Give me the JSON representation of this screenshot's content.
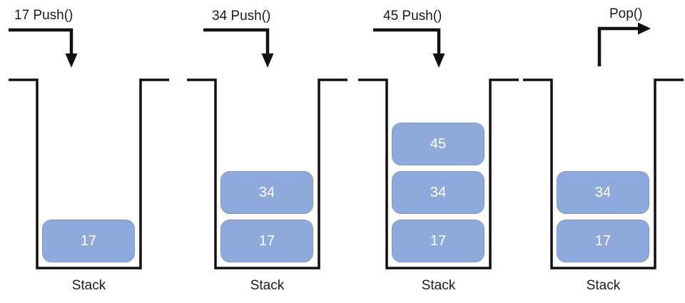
{
  "colors": {
    "block_fill": "#8EA9DB",
    "block_border": "#7B99D0",
    "block_text": "#FFFFFF",
    "line": "#111111",
    "label_text": "#1A1A1A",
    "background": "#FFFFFF"
  },
  "panels": [
    {
      "operation": "17 Push()",
      "arrow": "push-down",
      "caption": "Stack",
      "blocks": [
        "17"
      ]
    },
    {
      "operation": "34 Push()",
      "arrow": "push-down",
      "caption": "Stack",
      "blocks": [
        "17",
        "34"
      ]
    },
    {
      "operation": "45 Push()",
      "arrow": "push-down",
      "caption": "Stack",
      "blocks": [
        "17",
        "34",
        "45"
      ]
    },
    {
      "operation": "Pop()",
      "arrow": "pop-up",
      "caption": "Stack",
      "blocks": [
        "17",
        "34"
      ]
    }
  ]
}
